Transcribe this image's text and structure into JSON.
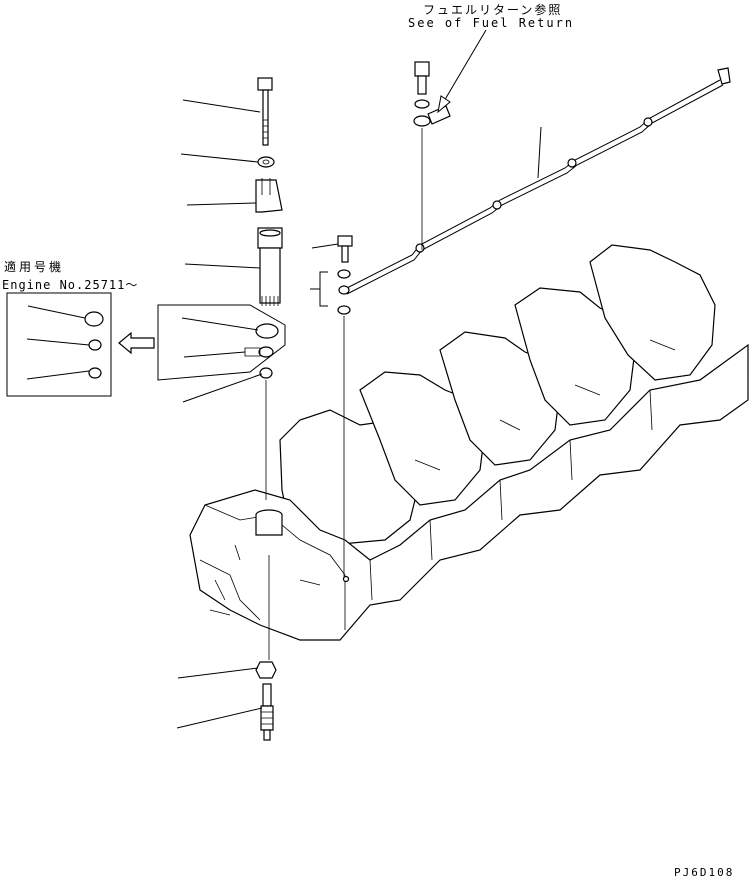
{
  "callouts": {
    "fuel_return_jp": "フュエルリターン参照",
    "fuel_return_en": "See of Fuel Return"
  },
  "applicability": {
    "label_jp": "適用号機",
    "engine_serial": "Engine No.25711～"
  },
  "drawing_code": "PJ6D108",
  "icons": {
    "hollow_arrow": "left-arrow-icon"
  }
}
